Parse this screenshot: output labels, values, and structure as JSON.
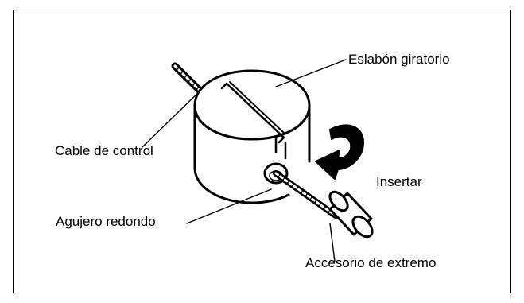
{
  "figure": {
    "labels": {
      "swivel_link": "Eslabón giratorio",
      "control_cable": "Cable de control",
      "insert": "Insertar",
      "round_hole": "Agujero redondo",
      "end_fitting": "Accesorio de extremo"
    },
    "colors": {
      "ink": "#000000",
      "paper": "#ffffff"
    },
    "icons": [
      "curved-insert-arrow-icon"
    ]
  }
}
